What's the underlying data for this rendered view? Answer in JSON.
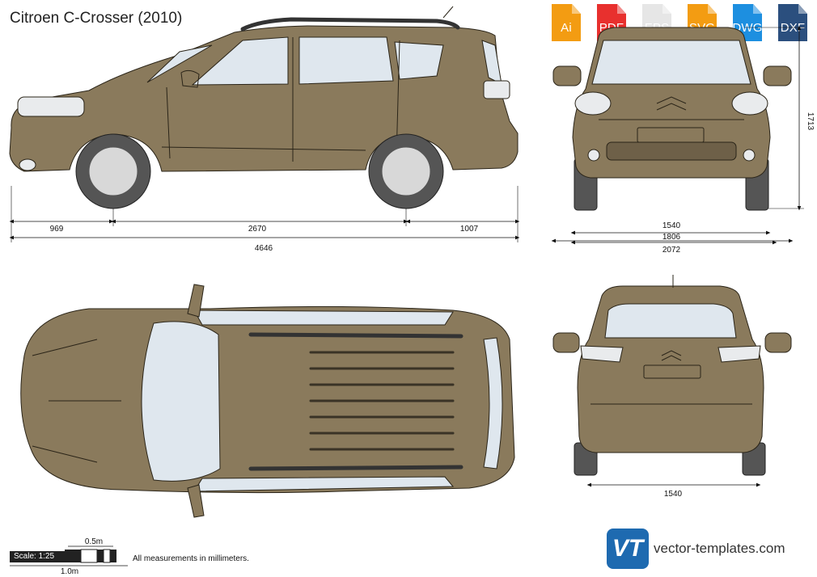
{
  "title": "Citroen C-Crosser (2010)",
  "formats": [
    {
      "label": "Ai",
      "color": "#f39c12",
      "icon": "ai-file-icon"
    },
    {
      "label": "PDF",
      "color": "#e8302e",
      "icon": "pdf-file-icon"
    },
    {
      "label": "EPS",
      "color": "#e6e6e6",
      "icon": "eps-file-icon"
    },
    {
      "label": "SVG",
      "color": "#f39c12",
      "icon": "svg-file-icon"
    },
    {
      "label": "DWG",
      "color": "#1d8fe0",
      "icon": "dwg-file-icon"
    },
    {
      "label": "DXF",
      "color": "#2b4f7e",
      "icon": "dxf-file-icon"
    }
  ],
  "dimensions": {
    "front_overhang": "969",
    "wheelbase": "2670",
    "rear_overhang": "1007",
    "length": "4646",
    "height": "1713",
    "front_track": "1540",
    "body_width": "1806",
    "mirror_width": "2072",
    "rear_track": "1540"
  },
  "scale": {
    "label": "Scale: 1:25",
    "half_meter": "0.5m",
    "meter": "1.0m"
  },
  "note": "All measurements in millimeters.",
  "brand": {
    "logo": "VT",
    "text": "vector-templates.com"
  },
  "colors": {
    "body": "#8a7a5c",
    "body_dark": "#6e6048",
    "glass": "#dfe7ee",
    "tire": "#555555"
  }
}
